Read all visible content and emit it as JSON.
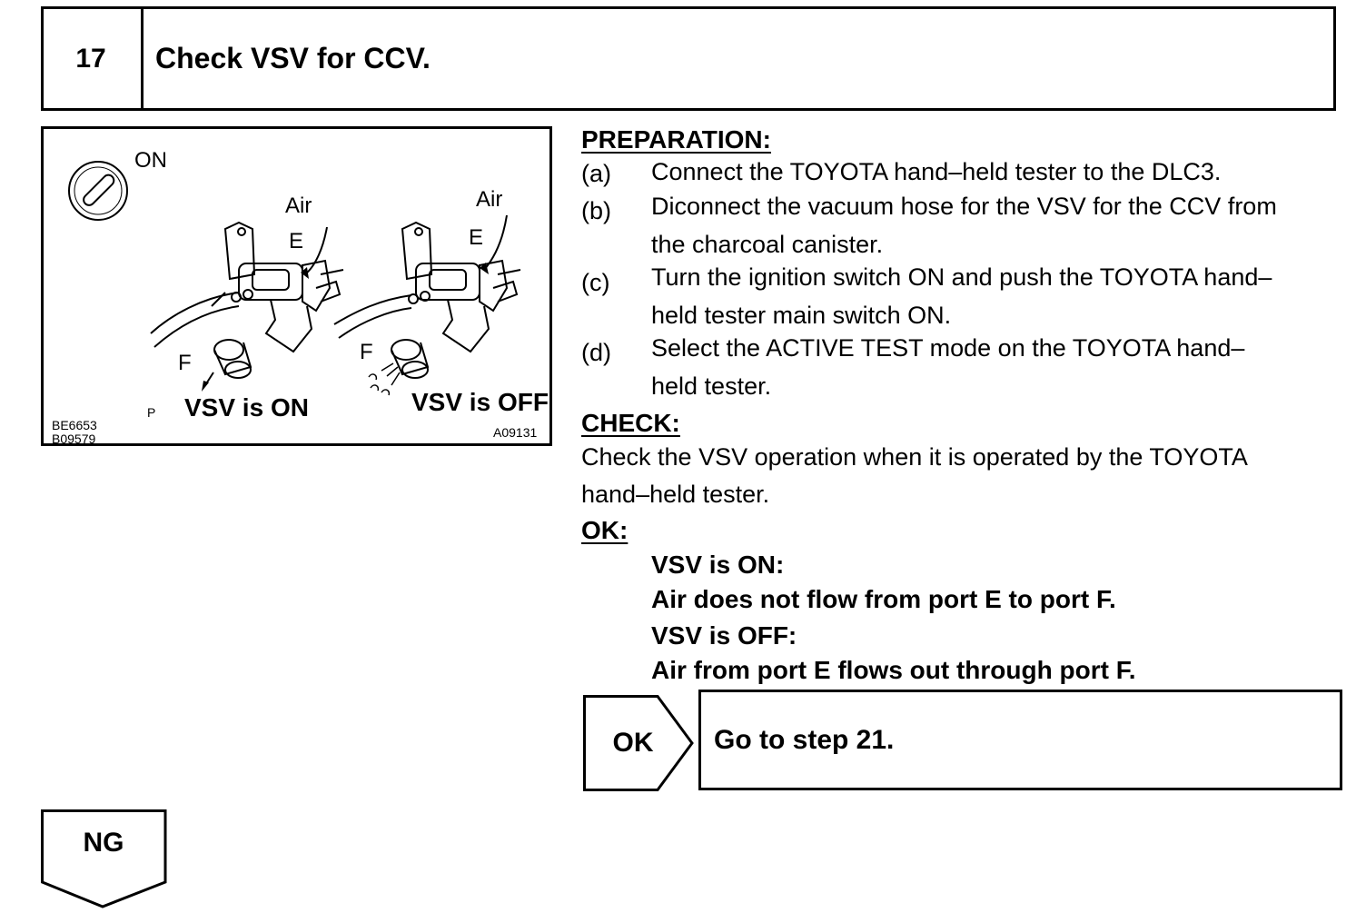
{
  "step": {
    "number": "17",
    "title": "Check VSV for CCV."
  },
  "figure": {
    "switch_label": "ON",
    "left_unit": {
      "air_label": "Air",
      "port_e": "E",
      "port_f": "F",
      "caption": "VSV is ON",
      "marker": "P"
    },
    "right_unit": {
      "air_label": "Air",
      "port_e": "E",
      "port_f": "F",
      "caption": "VSV is OFF"
    },
    "ref_codes": [
      "BE6653",
      "B09579"
    ],
    "figure_id": "A09131",
    "icons": [
      "ignition-switch-icon",
      "vsv-valve-icon",
      "air-arrow-icon",
      "air-spray-icon"
    ]
  },
  "preparation": {
    "heading": "PREPARATION:",
    "items": [
      {
        "label": "(a)",
        "lines": [
          "Connect the TOYOTA hand–held tester to the DLC3."
        ]
      },
      {
        "label": "(b)",
        "lines": [
          "Diconnect the vacuum hose for the VSV for the CCV from",
          "the charcoal canister."
        ]
      },
      {
        "label": "(c)",
        "lines": [
          "Turn the ignition switch ON and push the TOYOTA hand–",
          "held tester main switch ON."
        ]
      },
      {
        "label": "(d)",
        "lines": [
          "Select the ACTIVE TEST mode on the TOYOTA hand–",
          "held tester."
        ]
      }
    ]
  },
  "check": {
    "heading": "CHECK:",
    "lines": [
      "Check the VSV operation when it is operated by the TOYOTA",
      "hand–held tester."
    ]
  },
  "ok_spec": {
    "heading": "OK:",
    "lines": [
      "VSV is ON:",
      "Air does not flow from port E to port F.",
      "VSV is OFF:",
      "Air from port E flows out through port F."
    ]
  },
  "result_ok": {
    "label": "OK",
    "action": "Go to step 21."
  },
  "result_ng": {
    "label": "NG"
  }
}
